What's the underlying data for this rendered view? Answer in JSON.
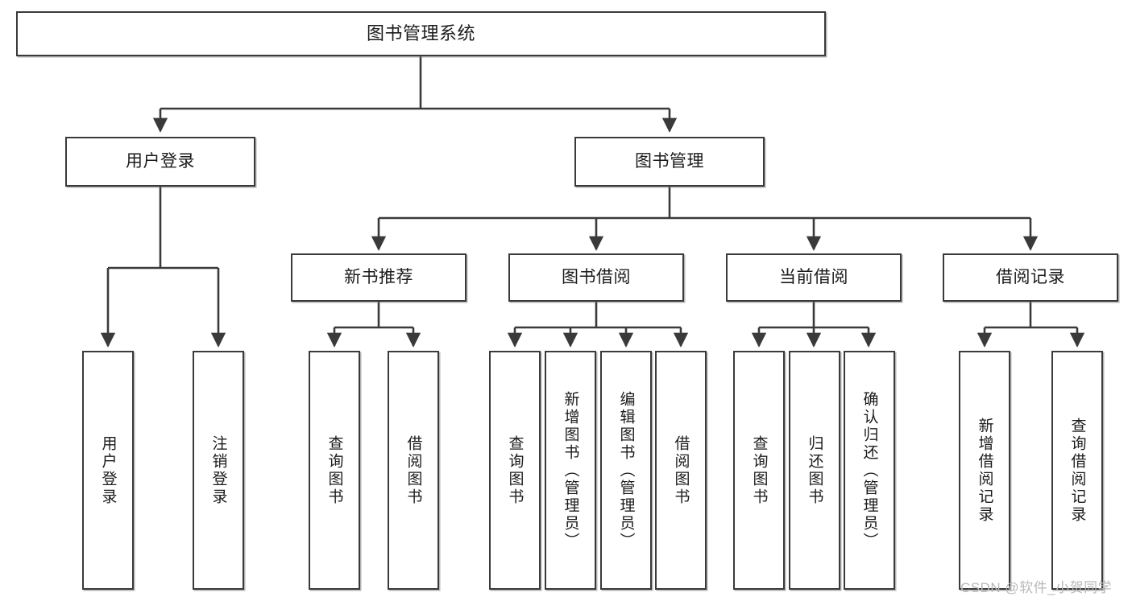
{
  "diagram": {
    "title": "图书管理系统",
    "type": "tree-hierarchy",
    "watermark": "CSDN @软件_小贺同学",
    "colors": {
      "stroke": "#3a3a3a",
      "fill": "#ffffff",
      "text": "#1b1b1b",
      "watermark": "#b9b9b9"
    },
    "nodes": {
      "root": {
        "label": "图书管理系统"
      },
      "tier2": [
        {
          "label": "用户登录"
        },
        {
          "label": "图书管理"
        }
      ],
      "tier3": [
        {
          "label": "新书推荐"
        },
        {
          "label": "图书借阅"
        },
        {
          "label": "当前借阅"
        },
        {
          "label": "借阅记录"
        }
      ],
      "leaves_user_login": [
        {
          "label": "用户登录"
        },
        {
          "label": "注销登录"
        }
      ],
      "leaves_new_book": [
        {
          "label": "查询图书"
        },
        {
          "label": "借阅图书"
        }
      ],
      "leaves_book_borrow": [
        {
          "label": "查询图书"
        },
        {
          "label": "新增图书（管理员）"
        },
        {
          "label": "编辑图书（管理员）"
        },
        {
          "label": "借阅图书"
        }
      ],
      "leaves_current_borrow": [
        {
          "label": "查询图书"
        },
        {
          "label": "归还图书"
        },
        {
          "label": "确认归还（管理员）"
        }
      ],
      "leaves_borrow_record": [
        {
          "label": "新增借阅记录"
        },
        {
          "label": "查询借阅记录"
        }
      ]
    }
  }
}
